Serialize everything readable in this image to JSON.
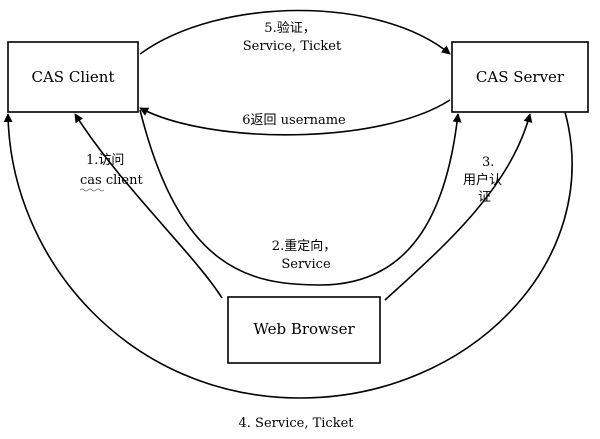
{
  "nodes": {
    "client": {
      "label": "CAS Client"
    },
    "server": {
      "label": "CAS Server"
    },
    "browser": {
      "label": "Web Browser"
    }
  },
  "edges": {
    "step1": {
      "line1": "1.访问",
      "line2": "cas client"
    },
    "step2": {
      "line1": "2.重定向，",
      "line2": "Service"
    },
    "step3": {
      "line1": "3.",
      "line2": "用户认",
      "line3": "证"
    },
    "step4": {
      "label": "4. Service, Ticket"
    },
    "step5": {
      "line1": "5.验证，",
      "line2": "Service, Ticket"
    },
    "step6": {
      "label": "6返回 username"
    }
  },
  "colors": {
    "stroke": "#000000",
    "background": "#ffffff"
  }
}
